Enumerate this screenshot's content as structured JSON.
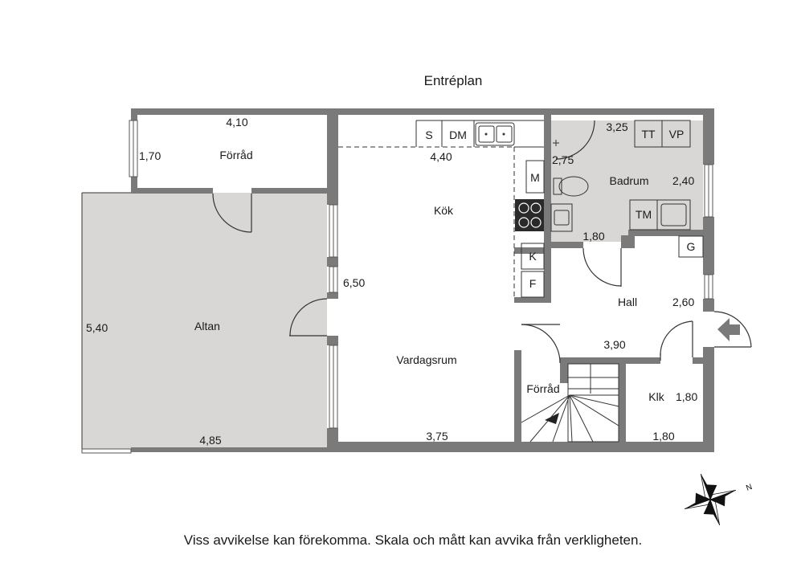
{
  "title": "Entréplan",
  "footer": "Viss avvikelse kan förekomma. Skala och mått kan avvika från verkligheten.",
  "compass": {
    "north_letter": "N"
  },
  "colors": {
    "wall": "#7a7a7a",
    "shaded_floor": "#d9d7d5",
    "floor": "#ffffff"
  },
  "rooms": {
    "forrad_top": {
      "name": "Förråd",
      "width": "4,10",
      "depth": "1,70"
    },
    "altan": {
      "name": "Altan",
      "width": "4,85",
      "depth": "5,40"
    },
    "kok": {
      "name": "Kök",
      "width": "4,40"
    },
    "vardagsrum": {
      "name": "Vardagsrum",
      "width": "3,75",
      "depth": "6,50"
    },
    "badrum": {
      "name": "Badrum",
      "width": "3,25",
      "depth": "2,40",
      "dim_a": "2,75",
      "dim_b": "1,80"
    },
    "hall": {
      "name": "Hall",
      "width": "3,90",
      "depth": "2,60"
    },
    "forrad_small": {
      "name": "Förråd"
    },
    "klk": {
      "name": "Klk",
      "width": "1,80",
      "depth": "1,80"
    }
  },
  "fixtures": {
    "s": "S",
    "dm": "DM",
    "m": "M",
    "k": "K",
    "f": "F",
    "tt": "TT",
    "vp": "VP",
    "tm": "TM",
    "g": "G"
  }
}
